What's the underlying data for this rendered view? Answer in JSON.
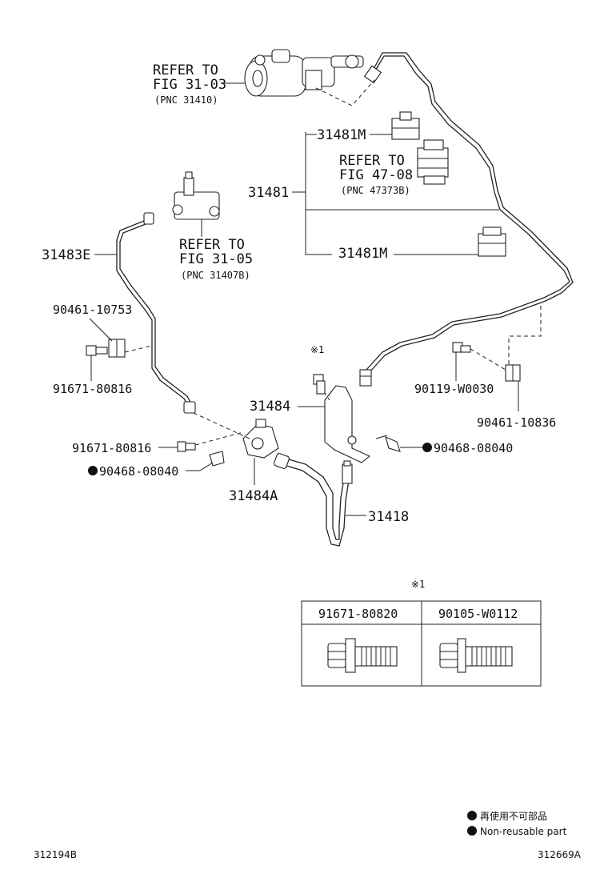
{
  "refer_notes": {
    "fig_31_03": {
      "line1": "REFER TO",
      "line2": "FIG 31-03",
      "line3": "(PNC 31410)"
    },
    "fig_47_08": {
      "line1": "REFER TO",
      "line2": "FIG 47-08",
      "line3": "(PNC 47373B)"
    },
    "fig_31_05": {
      "line1": "REFER TO",
      "line2": "FIG 31-05",
      "line3": "(PNC 31407B)"
    }
  },
  "parts": {
    "p31481M_top": "31481M",
    "p31481": "31481",
    "p31481M_bottom": "31481M",
    "p31483E": "31483E",
    "p90461_10753": "90461-10753",
    "p91671_80816_a": "91671-80816",
    "p91671_80816_b": "91671-80816",
    "p90468_08040_left": "90468-08040",
    "p90468_08040_right": "90468-08040",
    "p31484": "31484",
    "p31484A": "31484A",
    "p31418": "31418",
    "p90119_W0030": "90119-W0030",
    "p90461_10836": "90461-10836",
    "note_mark": "※1"
  },
  "table": {
    "mark": "※1",
    "headers": [
      "91671-80820",
      "90105-W0112"
    ]
  },
  "legend": {
    "item1": "再使用不可部品",
    "item2": "Non-reusable part"
  },
  "footer": {
    "left_code": "312194B",
    "right_code": "312669A"
  }
}
